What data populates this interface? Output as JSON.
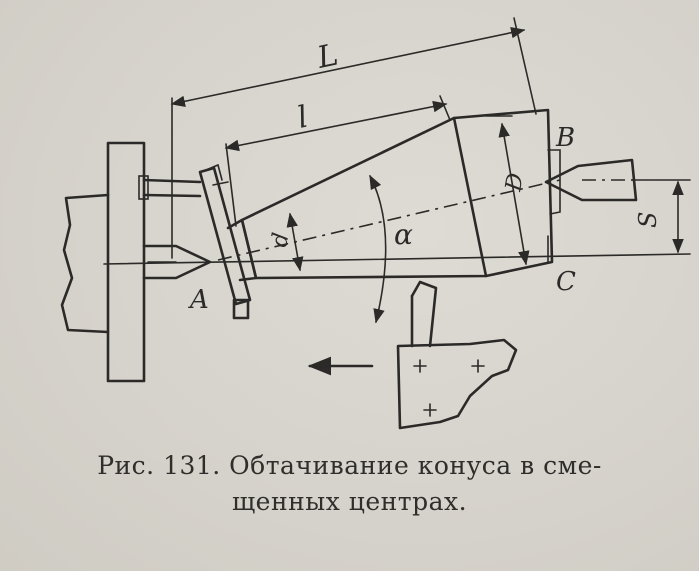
{
  "labels": {
    "L": "L",
    "l": "l",
    "A": "A",
    "B": "B",
    "C": "C",
    "D": "D",
    "d": "d",
    "S": "S",
    "alpha": "α"
  },
  "caption": {
    "line1": "Рис. 131. Обтачивание конуса в сме-",
    "line2": "щенных центрах."
  }
}
